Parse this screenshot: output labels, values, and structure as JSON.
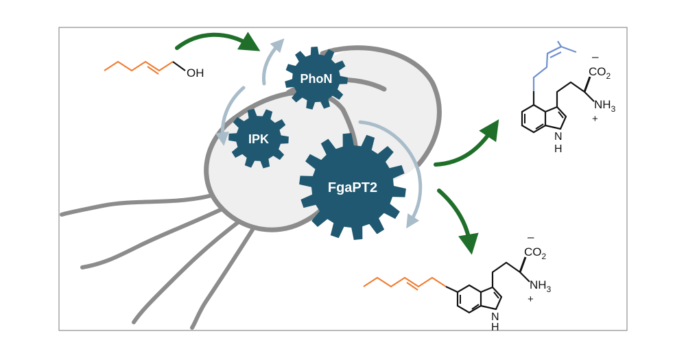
{
  "colors": {
    "frame": "#777777",
    "membrane": "#8c8c8c",
    "cytoplasm": "#efefef",
    "enzyme": "#1f5870",
    "enzyme_text": "#ffffff",
    "cycle_arrow": "#a9bcc9",
    "reaction_arrow": "#1f6f2a",
    "substrate_chain": "#f07c32",
    "prenyl_chain": "#6f8fcf",
    "bond": "#111111"
  },
  "enzymes": {
    "phon": "PhoN",
    "ipk": "IPK",
    "fgapt2": "FgaPT2"
  },
  "substrate": {
    "hydroxyl": "OH"
  },
  "product_top": {
    "carboxylate": "CO",
    "carboxylate_sub": "2",
    "carboxylate_charge": "–",
    "amine": "NH",
    "amine_sub": "3",
    "amine_charge": "+",
    "indole_nh": "N",
    "indole_h": "H"
  },
  "product_bottom": {
    "carboxylate": "CO",
    "carboxylate_sub": "2",
    "carboxylate_charge": "–",
    "amine": "NH",
    "amine_sub": "3",
    "amine_charge": "+",
    "indole_nh": "N",
    "indole_h": "H"
  }
}
